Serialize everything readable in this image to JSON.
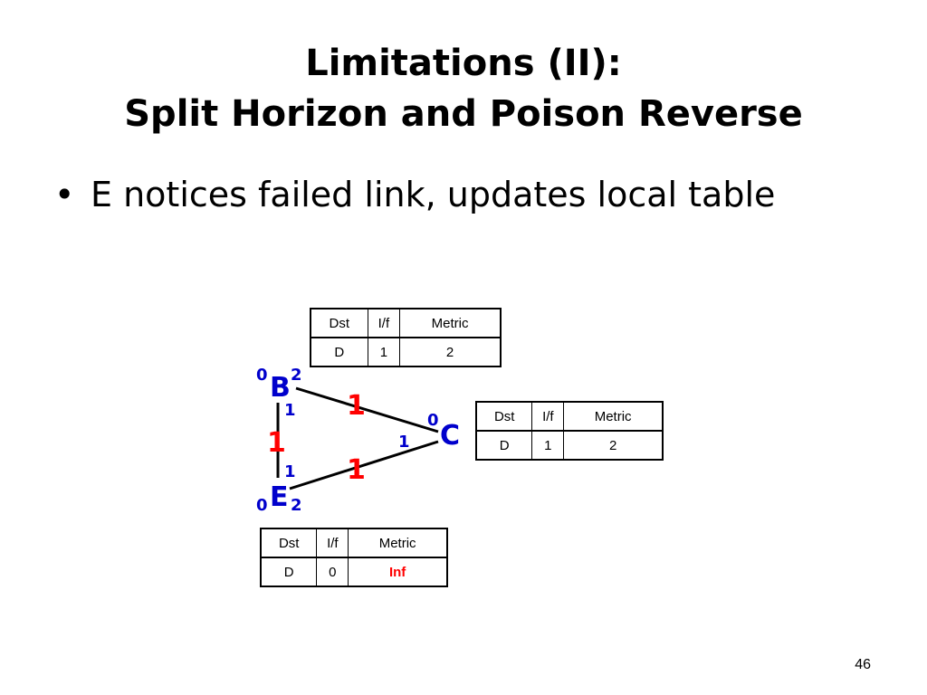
{
  "title": {
    "line1": "Limitations (II):",
    "line2": "Split Horizon and Poison Reverse"
  },
  "bullet": {
    "symbol": "•",
    "text": "E notices failed link, updates local table"
  },
  "tables": {
    "headers": {
      "dst": "Dst",
      "if": "I/f",
      "metric": "Metric"
    },
    "B": {
      "dst": "D",
      "if": "1",
      "metric": "2"
    },
    "C": {
      "dst": "D",
      "if": "1",
      "metric": "2"
    },
    "E": {
      "dst": "D",
      "if": "0",
      "metric": "Inf"
    }
  },
  "nodes": {
    "B": {
      "label": "B",
      "ports": {
        "left": "0",
        "right": "2",
        "bottom": "1"
      }
    },
    "C": {
      "label": "C",
      "ports": {
        "top": "0",
        "left": "1"
      }
    },
    "E": {
      "label": "E",
      "ports": {
        "top": "1",
        "left": "0",
        "right": "2"
      }
    }
  },
  "links": {
    "B_C": "1",
    "B_E": "1",
    "E_C": "1"
  },
  "colors": {
    "node_label": "#0000cc",
    "link_cost": "#ff0000",
    "inf_metric": "#ff0000"
  },
  "page_number": "46"
}
